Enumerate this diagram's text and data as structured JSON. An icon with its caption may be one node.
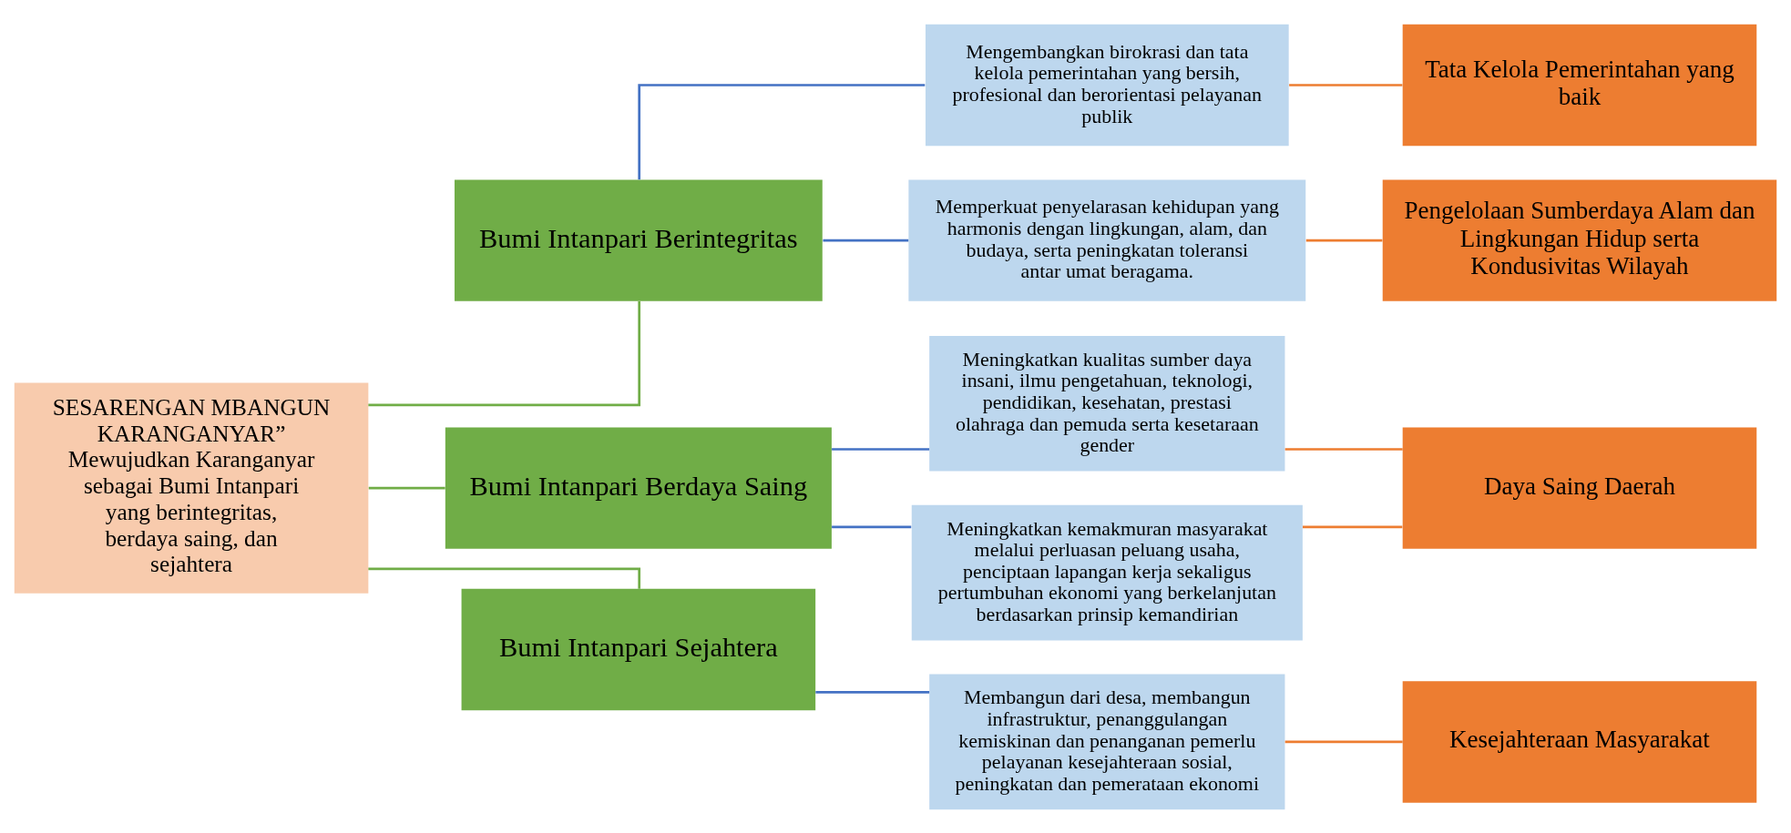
{
  "diagram": {
    "nodes": [
      {
        "text": [
          "SESARENGAN MBANGUN KARANGANYAR”",
          "Mewujudkan Karanganyar sebagai Bumi Intanpari yang berintegritas, berdaya saing, dan sejahtera"
        ]
      },
      {
        "text": [
          "Bumi Intanpari Berintegritas"
        ]
      },
      {
        "text": [
          "Bumi Intanpari Berdaya Saing"
        ]
      },
      {
        "text": [
          "Bumi Intanpari Sejahtera"
        ]
      },
      {
        "text": [
          "Mengembangkan birokrasi dan tata kelola pemerintahan yang bersih, profesional dan berorientasi pelayanan publik"
        ]
      },
      {
        "text": [
          "Memperkuat penyelarasan kehidupan yang harmonis dengan lingkungan, alam, dan budaya, serta peningkatan toleransi antar umat beragama."
        ]
      },
      {
        "text": [
          "Meningkatkan kualitas sumber daya insani, ilmu pengetahuan, teknologi, pendidikan, kesehatan, prestasi olahraga dan pemuda serta kesetaraan gender"
        ]
      },
      {
        "text": [
          "Meningkatkan kemakmuran masyarakat melalui perluasan peluang usaha, penciptaan lapangan kerja sekaligus pertumbuhan ekonomi yang berkelanjutan berdasarkan prinsip kemandirian"
        ]
      },
      {
        "text": [
          "Membangun dari desa, membangun infrastruktur, penanggulangan kemiskinan dan penanganan pemerlu pelayanan kesejahteraan sosial, peningkatan dan pemerataan ekonomi"
        ]
      },
      {
        "text": [
          "Tata Kelola Pemerintahan yang baik"
        ]
      },
      {
        "text": [
          "Pengelolaan Sumberdaya Alam dan Lingkungan Hidup serta Kondusivitas Wilayah"
        ]
      },
      {
        "text": [
          "Daya Saing Daerah"
        ]
      },
      {
        "text": [
          "Kesejahteraan Masyarakat"
        ]
      }
    ],
    "edges": [
      {
        "from": 0,
        "to": 1,
        "arrow": "none",
        "color": "#70ad47"
      },
      {
        "from": 0,
        "to": 2,
        "arrow": "none",
        "color": "#70ad47"
      },
      {
        "from": 0,
        "to": 3,
        "arrow": "none",
        "color": "#70ad47"
      },
      {
        "from": 1,
        "to": 4,
        "arrow": "none",
        "color": "#4472c4"
      },
      {
        "from": 1,
        "to": 5,
        "arrow": "none",
        "color": "#4472c4"
      },
      {
        "from": 2,
        "to": 6,
        "arrow": "none",
        "color": "#4472c4"
      },
      {
        "from": 2,
        "to": 7,
        "arrow": "none",
        "color": "#4472c4"
      },
      {
        "from": 3,
        "to": 8,
        "arrow": "none",
        "color": "#4472c4"
      },
      {
        "from": 4,
        "to": 9,
        "arrow": "none",
        "color": "#ed7d31"
      },
      {
        "from": 5,
        "to": 10,
        "arrow": "none",
        "color": "#ed7d31"
      },
      {
        "from": 6,
        "to": 11,
        "arrow": "none",
        "color": "#ed7d31"
      },
      {
        "from": 7,
        "to": 11,
        "arrow": "none",
        "color": "#ed7d31"
      },
      {
        "from": 8,
        "to": 12,
        "arrow": "none",
        "color": "#ed7d31"
      }
    ]
  }
}
